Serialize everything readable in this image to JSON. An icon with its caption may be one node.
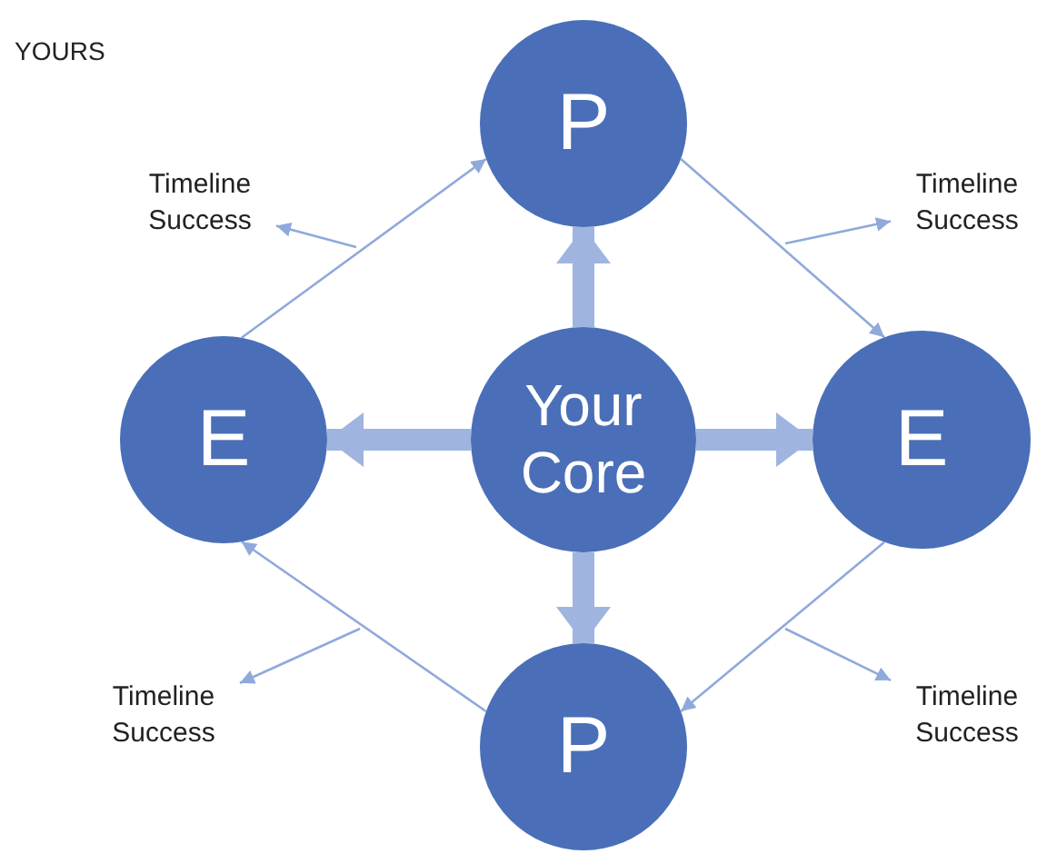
{
  "diagram": {
    "nodes": [
      {
        "text": [
          "P"
        ]
      },
      {
        "text": [
          "Timeline Success"
        ]
      },
      {
        "text": [
          "Timeline Success"
        ]
      },
      {
        "text": [
          "E"
        ]
      },
      {
        "text": [
          "Your Core"
        ]
      },
      {
        "text": [
          "E"
        ]
      },
      {
        "text": [
          "P"
        ]
      },
      {
        "text": [
          "Timeline Success"
        ]
      },
      {
        "text": [
          "Timeline Success"
        ]
      }
    ],
    "edges": [
      {
        "from": 4,
        "to": 0,
        "arrow": "to",
        "style": "thick"
      },
      {
        "from": 4,
        "to": 3,
        "arrow": "to",
        "style": "thick"
      },
      {
        "from": 4,
        "to": 5,
        "arrow": "to",
        "style": "thick"
      },
      {
        "from": 4,
        "to": 6,
        "arrow": "to",
        "style": "thick"
      },
      {
        "from": 3,
        "to": 0,
        "arrow": "to"
      },
      {
        "from": 0,
        "to": 5,
        "arrow": "to"
      },
      {
        "from": 5,
        "to": 6,
        "arrow": "to"
      },
      {
        "from": 6,
        "to": 3,
        "arrow": "to"
      },
      {
        "from": null,
        "to": 1,
        "arrow": "to"
      },
      {
        "from": null,
        "to": 2,
        "arrow": "to"
      },
      {
        "from": null,
        "to": 8,
        "arrow": "to"
      },
      {
        "from": null,
        "to": 7,
        "arrow": "to"
      }
    ],
    "labels": [
      "YOURS"
    ]
  }
}
